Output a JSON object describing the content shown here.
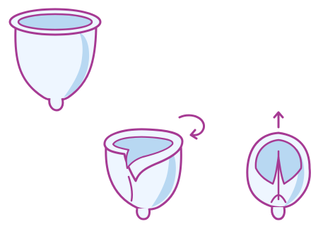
{
  "illustration": {
    "figures": [
      {
        "name": "menstrual-cup-open",
        "icon": "cup-icon"
      },
      {
        "name": "menstrual-cup-c-fold",
        "icon": "cup-c-fold-icon",
        "arrow_icon": "curved-arrow-icon"
      },
      {
        "name": "menstrual-cup-punch-down-fold",
        "icon": "cup-punch-down-icon",
        "arrow_icon": "up-arrow-icon"
      }
    ]
  },
  "colors": {
    "outline": "#A63A93",
    "body_fill": "#EEF6FF",
    "shade_fill": "#B8D8F2",
    "background": "#FFFFFF"
  }
}
